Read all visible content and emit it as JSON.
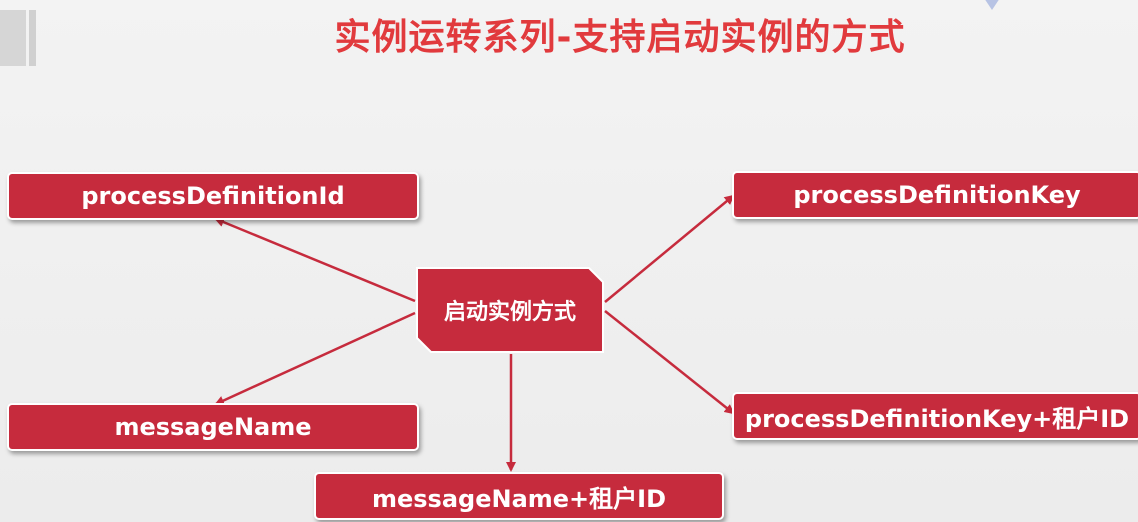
{
  "title": "实例运转系列-支持启动实例的方式",
  "colors": {
    "title": "#e13a3d",
    "box_fill": "#c62b3d",
    "box_border": "#ffffff",
    "arrow": "#c62b3d",
    "background": "#f0f0f0"
  },
  "diagram": {
    "center": "启动实例方式",
    "nodes": {
      "process_definition_id": "processDefinitionId",
      "process_definition_key": "processDefinitionKey",
      "message_name": "messageName",
      "process_definition_key_tenant": "processDefinitionKey+租户ID",
      "message_name_tenant": "messageName+租户ID"
    }
  }
}
